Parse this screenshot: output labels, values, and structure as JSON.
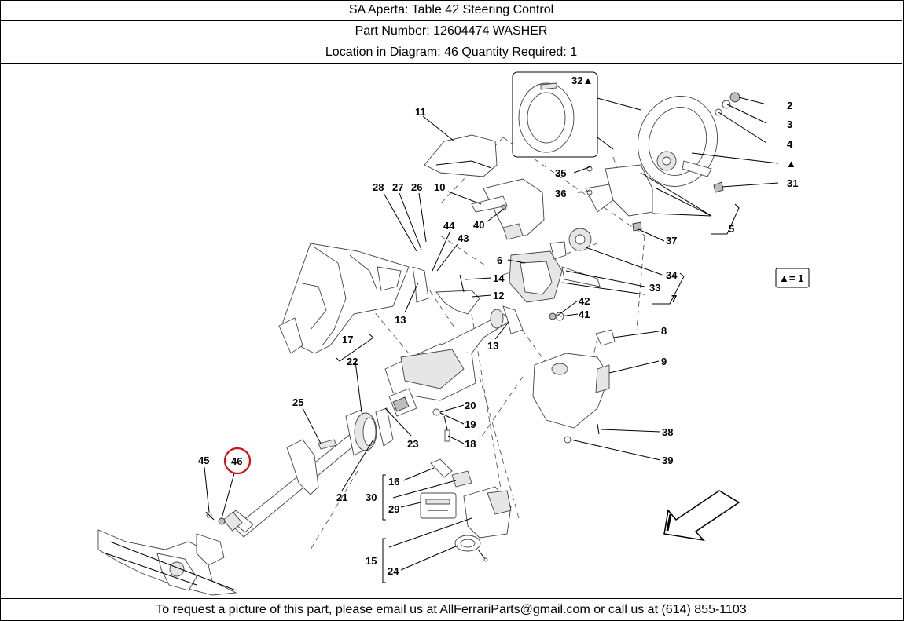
{
  "header": {
    "title": "SA Aperta:   Table 42 Steering Control",
    "part_number": "Part Number: 12604474   WASHER",
    "location": "Location in Diagram: 46   Quantity Required: 1"
  },
  "footer": {
    "text": "To request a picture of this part, please email us at AllFerrariParts@gmail.com or call us at (614) 855-1103"
  },
  "diagram": {
    "highlighted_callout": "46",
    "legend": "▲= 1",
    "callouts": {
      "c2": "2",
      "c3": "3",
      "c4": "4",
      "c5": "5",
      "c6": "6",
      "c7": "7",
      "c8": "8",
      "c9": "9",
      "c10": "10",
      "c11": "11",
      "c12": "12",
      "c13a": "13",
      "c13b": "13",
      "c14": "14",
      "c15": "15",
      "c16": "16",
      "c17": "17",
      "c18": "18",
      "c19": "19",
      "c20": "20",
      "c21": "21",
      "c22": "22",
      "c23": "23",
      "c24": "24",
      "c25": "25",
      "c26": "26",
      "c27": "27",
      "c28": "28",
      "c29": "29",
      "c30": "30",
      "c31": "31",
      "c32": "32▲",
      "c33": "33",
      "c34": "34",
      "c35": "35",
      "c36": "36",
      "c37": "37",
      "c38": "38",
      "c39": "39",
      "c40": "40",
      "c41": "41",
      "c42": "42",
      "c43": "43",
      "c44": "44",
      "c45": "45",
      "c46": "46",
      "ctri": "▲"
    }
  }
}
